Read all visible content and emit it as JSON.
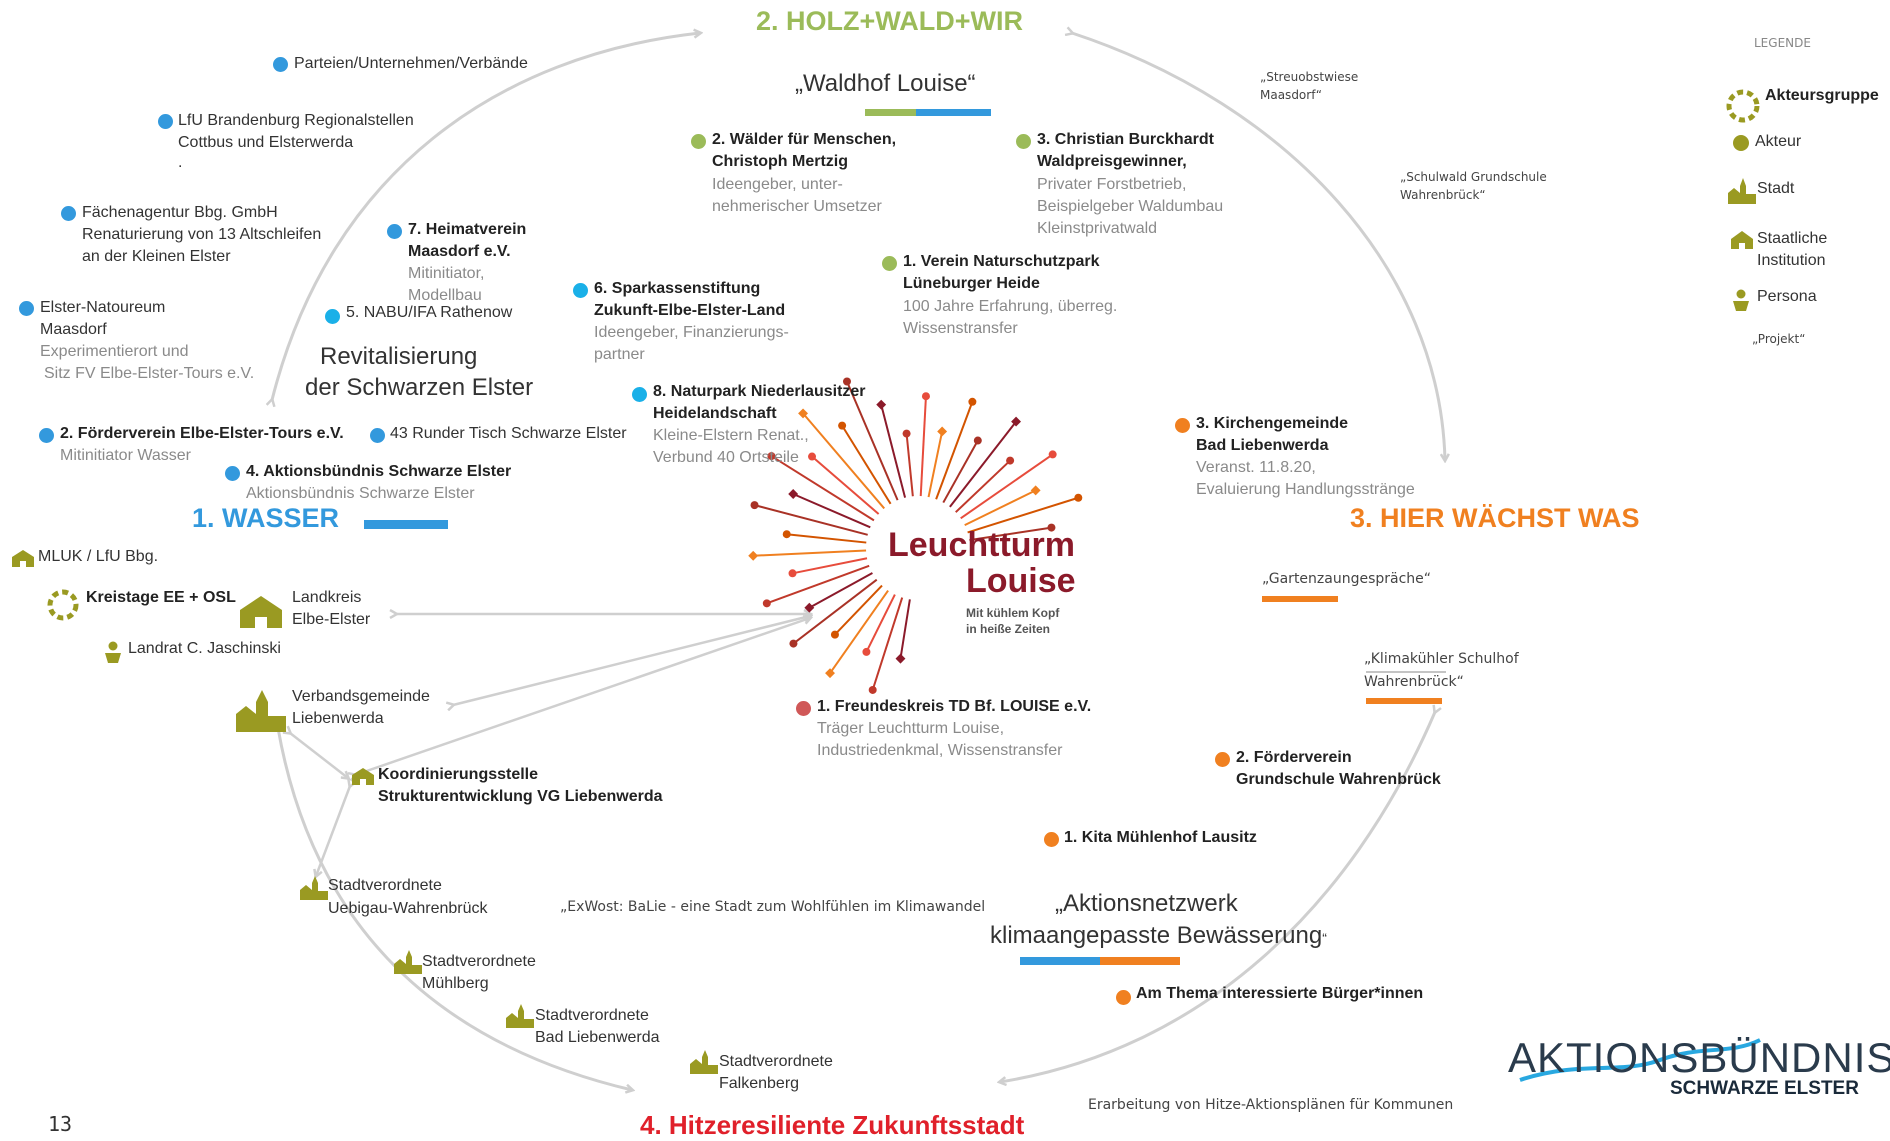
{
  "colors": {
    "wasser": "#3399dd",
    "holz": "#9bbb59",
    "hier": "#f08020",
    "hitze": "#e0202a",
    "leuchtturm": "#8b1a2a",
    "olive": "#9a9a22",
    "arrow": "#cfcfcf",
    "cyan": "#1ab0e8"
  },
  "page_number": "13",
  "legend": {
    "title": "LEGENDE",
    "items": [
      {
        "icon": "group-ring-icon",
        "label": "Akteursgruppe"
      },
      {
        "icon": "actor-dot-icon",
        "label": "Akteur"
      },
      {
        "icon": "town-icon",
        "label": "Stadt"
      },
      {
        "icon": "institution-icon",
        "label": "Staatliche",
        "label2": "Institution"
      },
      {
        "icon": "person-icon",
        "label": "Persona"
      }
    ],
    "projekt": "„Projekt“"
  },
  "themes": {
    "wasser": "1. WASSER",
    "holz": "2. HOLZ+WALD+WIR",
    "hier": "3. HIER WÄCHST WAS",
    "hitze": "4. Hitzeresiliente Zukunftsstadt"
  },
  "center": {
    "line1": "Leuchtturm",
    "line2": "Louise",
    "tag1": "Mit kühlem Kopf",
    "tag2": "in heiße Zeiten"
  },
  "projects": {
    "waldhof": "„Waldhof Louise“",
    "revital1": "Revitalisierung",
    "revital2": "der Schwarzen Elster",
    "aktionsnetz1": "„Aktionsnetzwerk",
    "aktionsnetz2": "klimaangepasste Bewässerung",
    "aktionsnetz_end": "“",
    "streuobst1": "„Streuobstwiese",
    "streuobst2": "Maasdorf“",
    "schulwald1": "„Schulwald Grundschule",
    "schulwald2": "Wahrenbrück“",
    "garten": "„Gartenzaungespräche“",
    "klima1": "„Klimakühler Schulhof",
    "klima2": "Wahrenbrück“",
    "exwost": "„ExWost: BaLie - eine Stadt zum Wohlfühlen im Klimawandel",
    "hitzeplan": "Erarbeitung von Hitze-Aktionsplänen für Kommunen"
  },
  "wasser_actors": {
    "parteien": "Parteien/Unternehmen/Verbände",
    "lfu1": "LfU Brandenburg Regionalstellen",
    "lfu2": "Cottbus und Elsterwerda",
    "lfu3": ".",
    "flaechen1": "Fächenagentur Bbg. GmbH",
    "flaechen2": "Renaturierung von 13 Altschleifen",
    "flaechen3": "an der Kleinen Elster",
    "natoureum1": "Elster-Natoureum",
    "natoureum2": "Maasdorf",
    "natoureum3": "Experimentierort und",
    "natoureum4": "Sitz FV Elbe-Elster-Tours e.V.",
    "heimat1": "7. Heimatverein",
    "heimat2": "Maasdorf e.V.",
    "heimat3": "Mitinitiator,",
    "heimat4": "Modellbau",
    "nabu": "5. NABU/IFA Rathenow",
    "sparkasse1": "6. Sparkassenstiftung",
    "sparkasse2": "Zukunft-Elbe-Elster-Land",
    "sparkasse3": "Ideengeber, Finanzierungs-",
    "sparkasse4": "partner",
    "naturpark1": "8. Naturpark Niederlausitzer",
    "naturpark2": "Heidelandschaft",
    "naturpark3": "Kleine-Elstern Renat.,",
    "naturpark4": "Verbund 40 Ortsteile",
    "foerder1": "2. Förderverein Elbe-Elster-Tours e.V.",
    "foerder2": "Mitinitiator Wasser",
    "runder": "43 Runder Tisch Schwarze Elster",
    "buendnis1": "4. Aktionsbündnis Schwarze Elster",
    "buendnis2": "Aktionsbündnis Schwarze Elster"
  },
  "holz_actors": {
    "waelder1": "2. Wälder für Menschen,",
    "waelder2": "Christoph Mertzig",
    "waelder3": "Ideengeber, unter-",
    "waelder4": "nehmerischer Umsetzer",
    "burck1": "3. Christian Burckhardt",
    "burck2": "Waldpreisgewinner,",
    "burck3": "Privater Forstbetrieb,",
    "burck4": "Beispielgeber Waldumbau",
    "burck5": "Kleinstprivatwald",
    "verein1": "1. Verein Naturschutzpark",
    "verein2": "Lüneburger Heide",
    "verein3": "100 Jahre Erfahrung, überreg.",
    "verein4": "Wissenstransfer"
  },
  "hier_actors": {
    "kirche1": "3. Kirchengemeinde",
    "kirche2": "Bad Liebenwerda",
    "kirche3": "Veranst. 11.8.20,",
    "kirche4": "Evaluierung Handlungsstränge",
    "fv1": "2. Förderverein",
    "fv2": "Grundschule Wahrenbrück",
    "kita": "1. Kita Mühlenhof Lausitz",
    "buerger": "Am Thema interessierte Bürger*innen"
  },
  "center_actor": {
    "l1": "1. Freundeskreis TD Bf. LOUISE e.V.",
    "l2": "Träger Leuchtturm Louise,",
    "l3": "Industriedenkmal, Wissenstransfer"
  },
  "govt": {
    "mluk": "MLUK / LfU Bbg.",
    "kreistage": "Kreistage EE + OSL",
    "landkreis1": "Landkreis",
    "landkreis2": "Elbe-Elster",
    "landrat": "Landrat C. Jaschinski",
    "vg1": "Verbandsgemeinde",
    "vg2": "Liebenwerda",
    "koord1": "Koordinierungsstelle",
    "koord2": "Strukturentwicklung VG Liebenwerda",
    "sv1a": "Stadtverordnete",
    "sv1b": "Uebigau-Wahrenbrück",
    "sv2a": "Stadtverordnete",
    "sv2b": "Mühlberg",
    "sv3a": "Stadtverordnete",
    "sv3b": "Bad Liebenwerda",
    "sv4a": "Stadtverordnete",
    "sv4b": "Falkenberg"
  },
  "logo": {
    "line1": "AKTIONSBÜNDNIS",
    "line2": "SCHWARZE ELSTER"
  }
}
